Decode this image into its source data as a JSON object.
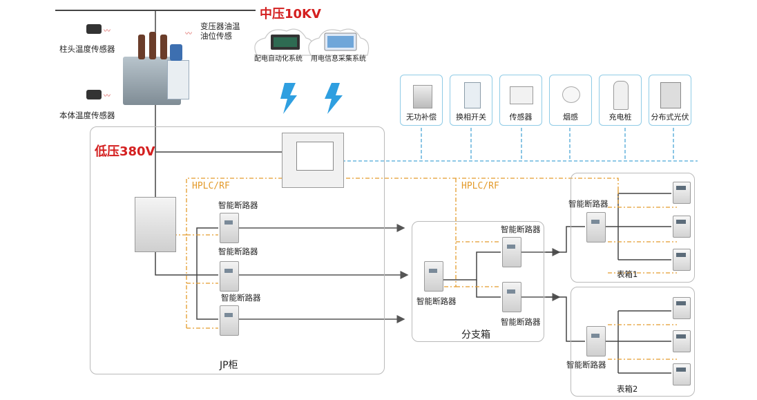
{
  "mv_label": "中压10KV",
  "lv_label": "低压380V",
  "hplc_label_1": "HPLC/RF",
  "hplc_label_2": "HPLC/RF",
  "sensors": {
    "pole_temp": "柱头温度传感器",
    "body_temp": "本体温度传感器",
    "oil_line1": "变压器油温",
    "oil_line2": "油位传感"
  },
  "systems": [
    {
      "label": "配电自动化系统"
    },
    {
      "label": "用电信息采集系统"
    }
  ],
  "devices": [
    {
      "label": "无功补偿"
    },
    {
      "label": "换相开关"
    },
    {
      "label": "传感器"
    },
    {
      "label": "烟感"
    },
    {
      "label": "充电桩"
    },
    {
      "label": "分布式光伏"
    }
  ],
  "breaker_label": "智能断路器",
  "jp_cabinet": "JP柜",
  "branch_box": "分支箱",
  "meter_box_1": "表箱1",
  "meter_box_2": "表箱2",
  "colors": {
    "accent_red": "#d42020",
    "hplc_orange": "#e39a2a",
    "comm_blue": "#4aa6d6",
    "lightning_blue": "#2f9fe0"
  }
}
